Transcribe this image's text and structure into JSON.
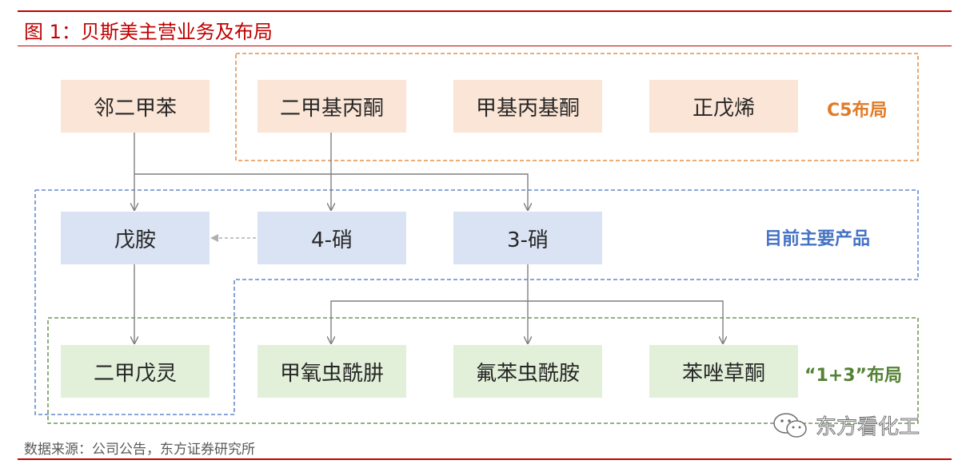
{
  "title": "图 1：贝斯美主营业务及布局",
  "nodes": {
    "oxylene": "邻二甲苯",
    "dimethylpropanone": "二甲基丙酮",
    "mibk": "甲基丙基酮",
    "pentene": "正戊烯",
    "pentylamine": "戊胺",
    "nitro4": "4-硝",
    "nitro3": "3-硝",
    "pendimethalin": "二甲戊灵",
    "methoxyfenozide": "甲氧虫酰肼",
    "fluxametamide": "氟苯虫酰胺",
    "difenoconazole": "苯唑草酮"
  },
  "groups": {
    "c5": "C5布局",
    "current": "目前主要产品",
    "one_plus_three": "“1+3”布局"
  },
  "colors": {
    "c5": "#e07b28",
    "current": "#4472c4",
    "one_plus_three": "#548235",
    "brand": "#c00000"
  },
  "source": "数据来源：公司公告，东方证券研究所",
  "watermark": "东方看化工"
}
